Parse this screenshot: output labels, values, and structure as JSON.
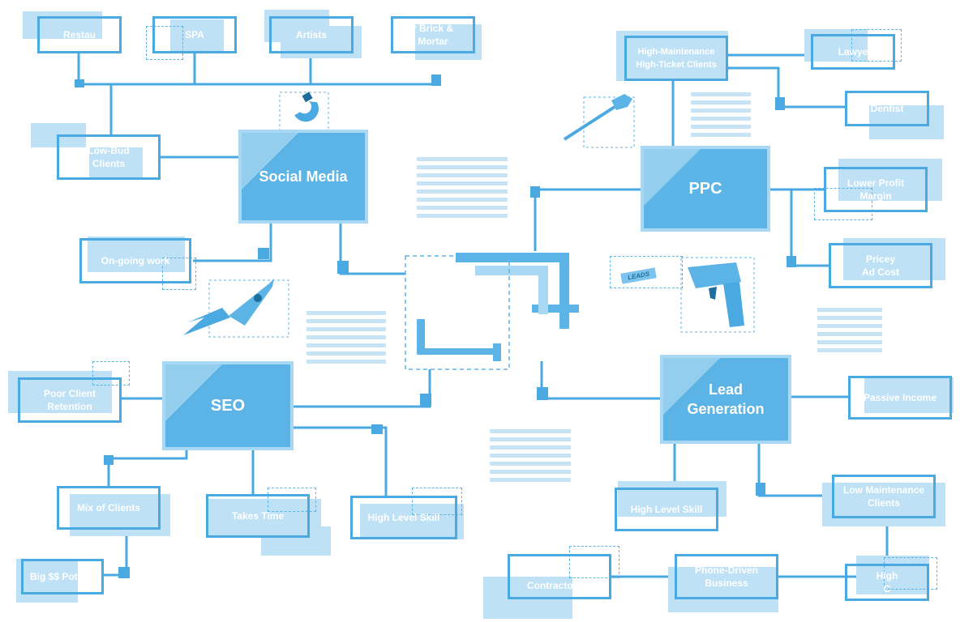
{
  "colors": {
    "primary": "#5bb4e5",
    "line": "#4aa9e0",
    "light": "#bfe1f6",
    "white": "#ffffff"
  },
  "hubs": {
    "social_media": "Social Media",
    "ppc": "PPC",
    "seo": "SEO",
    "lead_generation": "Lead\nGeneration"
  },
  "social_media_leaves": {
    "restaurants": "Restau",
    "spa": "SPA",
    "artists": "Artists",
    "brick_mortar": "r Brick &\nMortar",
    "low_budget": "Low-Bud\nClients",
    "ongoing_work": "On-going work"
  },
  "ppc_leaves": {
    "high_maintenance": "High-Maintenance\nHigh-Ticket Clients",
    "lawyers": "Lawye",
    "dentist": "Dentist",
    "lower_profit": "Lower Profit\nMargin",
    "pricey_ad": "Pricey\nAd Cost"
  },
  "seo_leaves": {
    "poor_retention": "Poor Client\nRetention",
    "mix_clients": "Mix of Clients",
    "takes_time": "Takes Time",
    "high_skill": "High Level Skill",
    "big_potential": "Big $$ Potenti"
  },
  "lead_gen_leaves": {
    "passive_income": "Passive Income",
    "high_skill": "High Level Skill",
    "low_maintenance": "Low Maintenance\nClients",
    "phone_driven": "Phone-Driven\nBusiness",
    "contractors": "Contractors &",
    "high_c": "High\nC"
  },
  "illustrations": {
    "magnet": "magnet-icon",
    "pointer": "pointer-hand-icon",
    "rocket": "rocket-icon",
    "leads_gun": "lead-gun-icon",
    "leads_tag": "LEADS"
  }
}
